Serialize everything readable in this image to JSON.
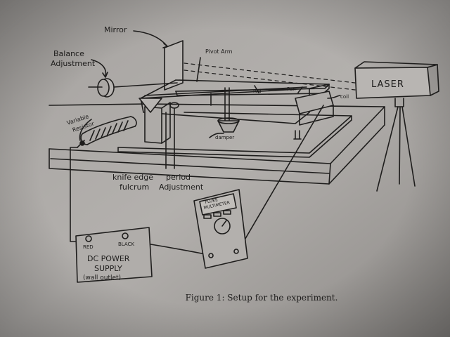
{
  "diagram": {
    "labels": {
      "mirror": "Mirror",
      "pivot_arm": "Pivot Arm",
      "balance_adjustment_1": "Balance",
      "balance_adjustment_2": "Adjustment",
      "laser": "LASER",
      "rod": "rod",
      "pan": "Pan",
      "coil": "coil",
      "damper": "damper",
      "variable_resistor_1": "Variable",
      "variable_resistor_2": "Resistor",
      "knife_edge_1": "knife edge",
      "knife_edge_2": "fulcrum",
      "period_adjustment_1": "period",
      "period_adjustment_2": "Adjustment",
      "multimeter_1": "FLUKE",
      "multimeter_2": "MULTIMETER",
      "power_red": "RED",
      "power_black": "BLACK",
      "power_supply_1": "DC POWER",
      "power_supply_2": "SUPPLY",
      "power_supply_3": "(wall outlet)"
    },
    "caption": "Figure 1: Setup for the experiment."
  }
}
